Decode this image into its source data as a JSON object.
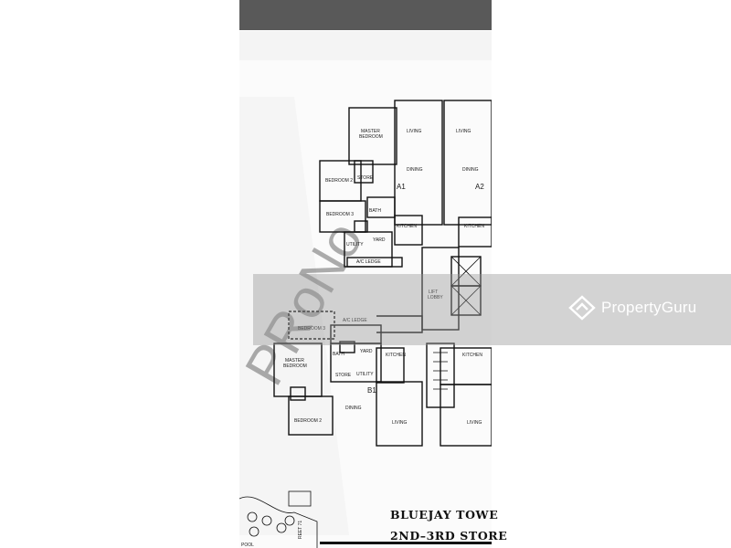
{
  "viewer": {
    "watermark_brand": "PropertyGuru",
    "logo_icon": "propertyguru-house-icon"
  },
  "floorplan": {
    "title": "BLUEJAY TOWE",
    "subtitle": "2ND–3RD STORE",
    "units": {
      "a1": "A1",
      "a2": "A2",
      "b1": "B1"
    },
    "rooms": {
      "master_bedroom": [
        "MASTER",
        "BEDROOM"
      ],
      "master_bedroom_b": [
        "MASTER",
        "BEDROOM"
      ],
      "living": "LIVING",
      "dining": "DINING",
      "bedroom2": "BEDROOM 2",
      "bedroom3": "BEDROOM 3",
      "store": "STORE",
      "bath": "BATH",
      "yard": "YARD",
      "utility": "UTILITY",
      "kitchen": "KITCHEN",
      "ac_ledge": "A/C LEDGE",
      "lift_lobby": [
        "LIFT",
        "LOBBY"
      ],
      "pool": "POOL",
      "street": "REET 71"
    }
  }
}
